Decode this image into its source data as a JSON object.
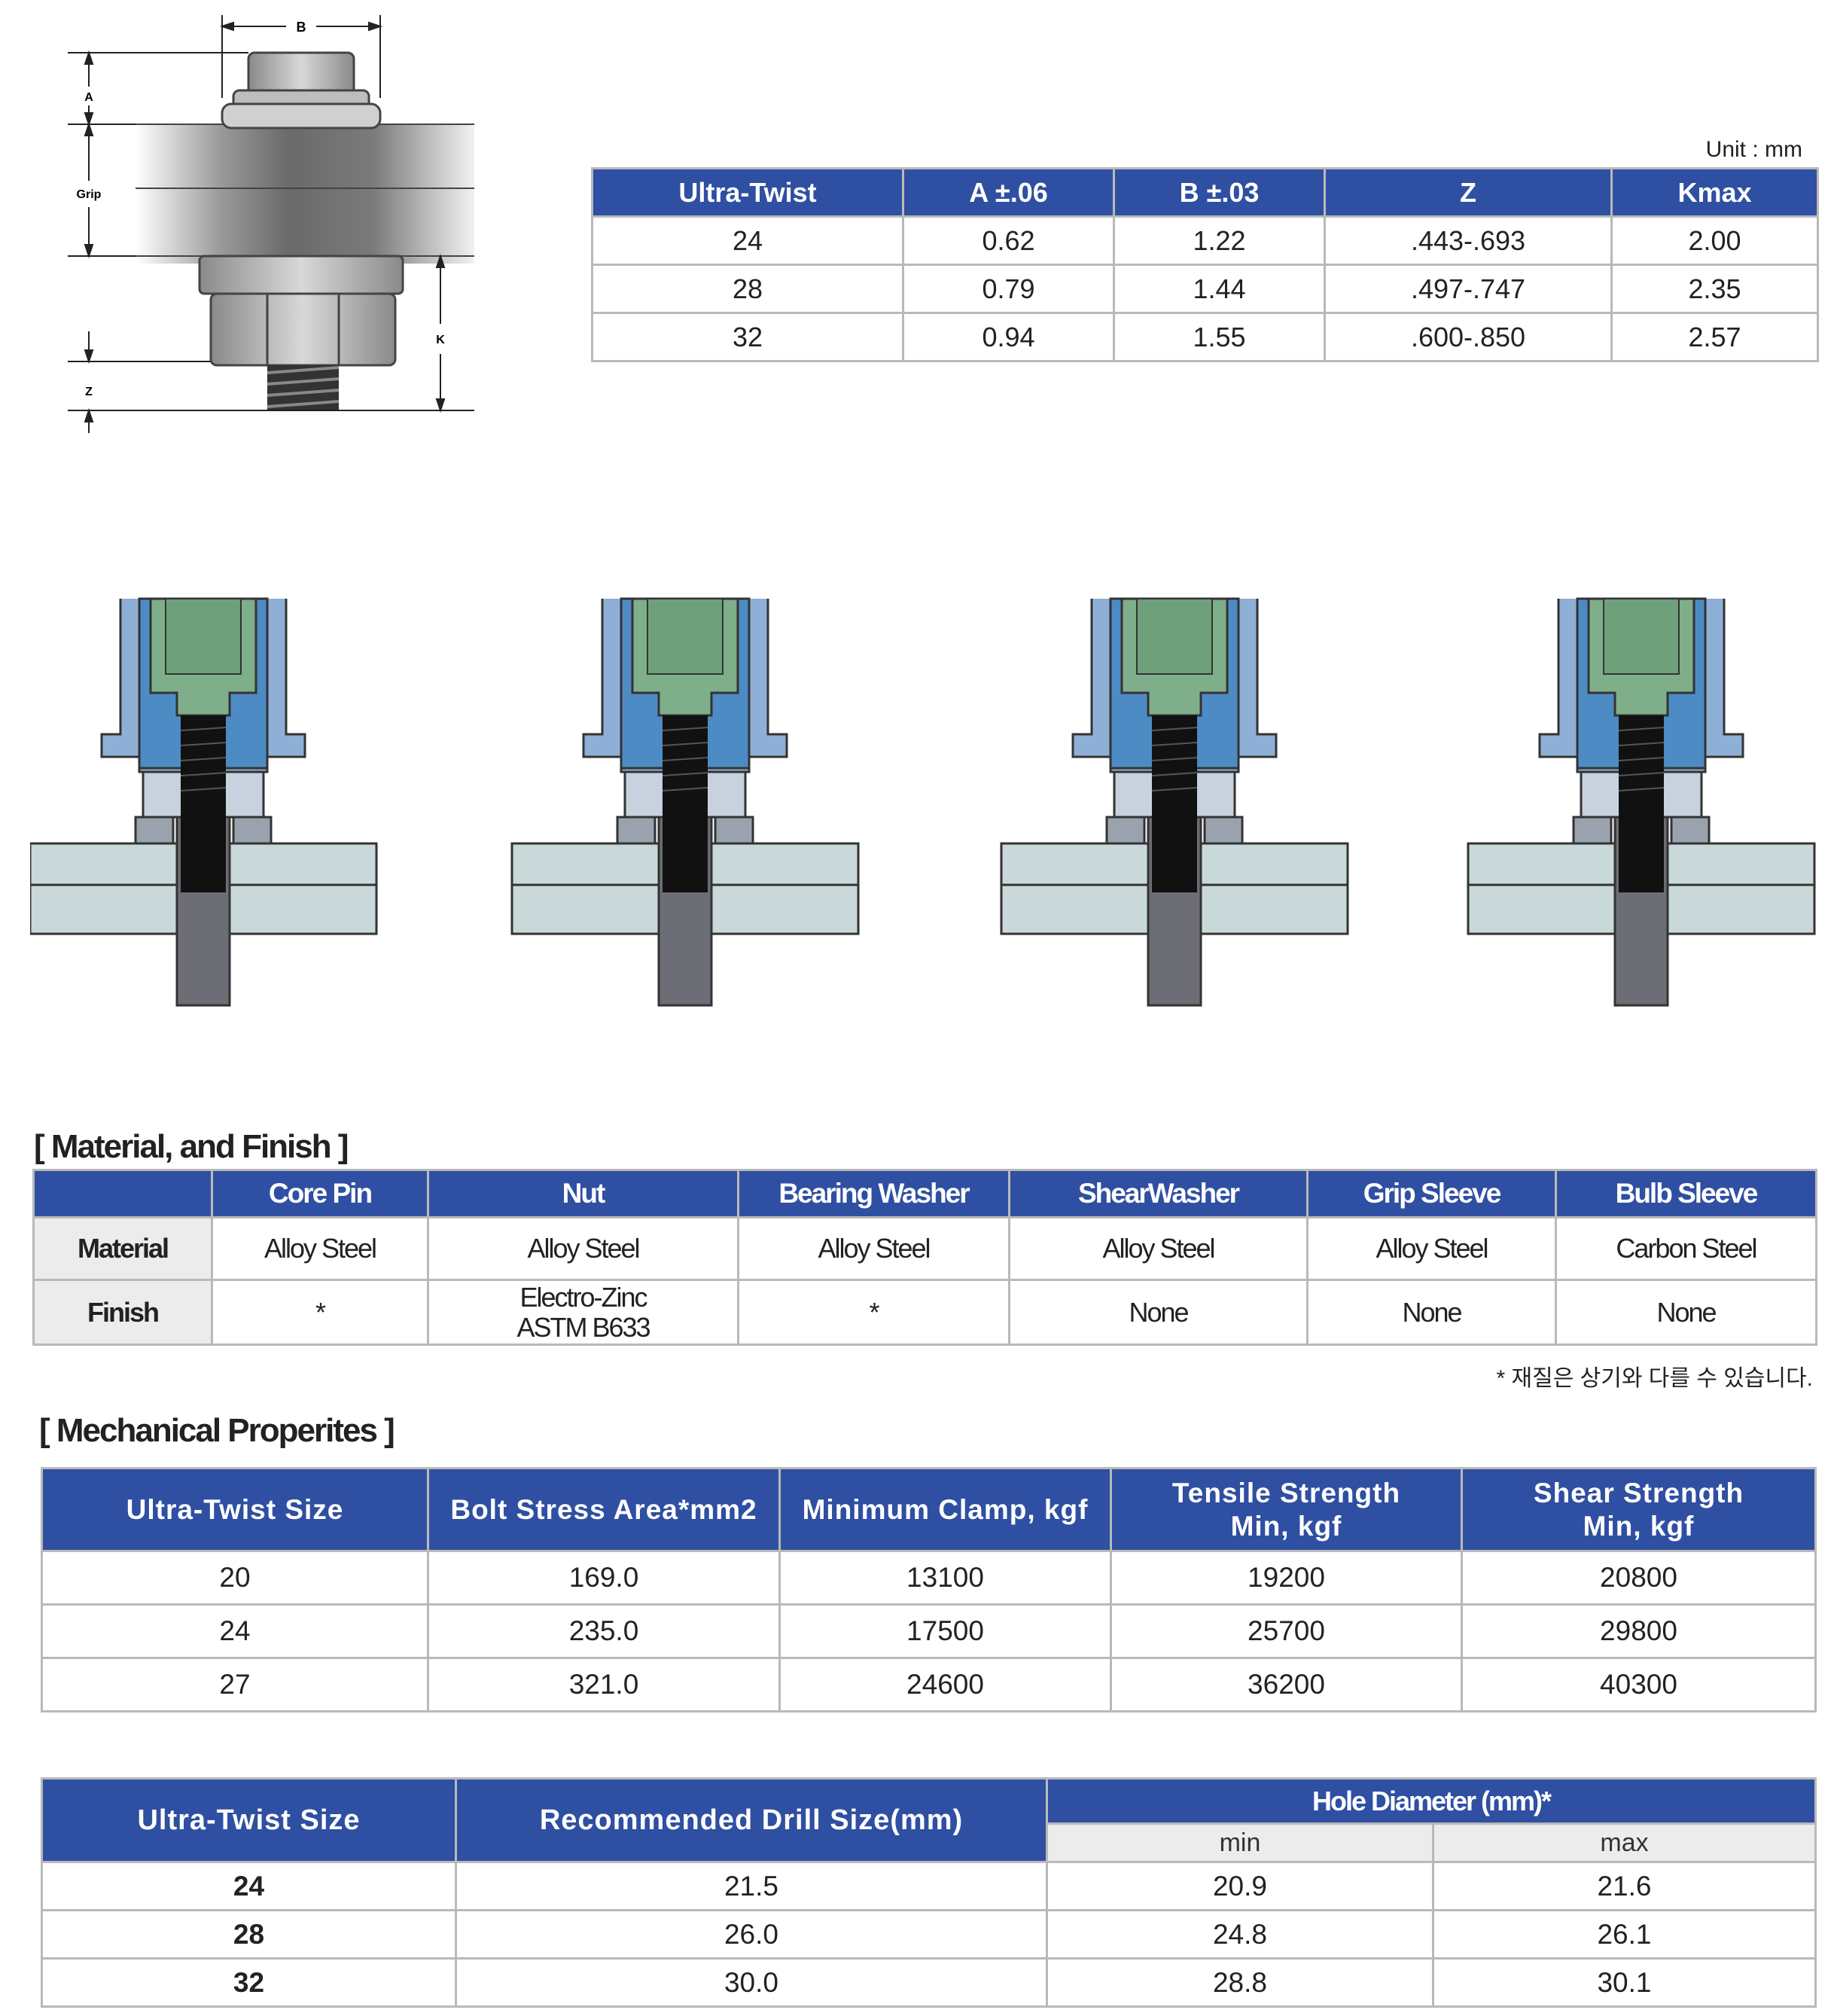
{
  "diagram": {
    "labels": {
      "a": "A",
      "b": "B",
      "grip": "Grip",
      "k": "K",
      "z": "Z"
    }
  },
  "unit_note": "Unit : mm",
  "dim_table": {
    "headers": [
      "Ultra-Twist",
      "A ±.06",
      "B ±.03",
      "Z",
      "Kmax"
    ],
    "rows": [
      [
        "24",
        "0.62",
        "1.22",
        ".443-.693",
        "2.00"
      ],
      [
        "28",
        "0.79",
        "1.44",
        ".497-.747",
        "2.35"
      ],
      [
        "32",
        "0.94",
        "1.55",
        ".600-.850",
        "2.57"
      ]
    ]
  },
  "material_section": {
    "title": "[ Material, and Finish ]",
    "headers": [
      "",
      "Core Pin",
      "Nut",
      "Bearing Washer",
      "ShearWasher",
      "Grip Sleeve",
      "Bulb Sleeve"
    ],
    "material_row": {
      "label": "Material",
      "values": [
        "Alloy Steel",
        "Alloy Steel",
        "Alloy Steel",
        "Alloy Steel",
        "Alloy Steel",
        "Carbon Steel"
      ]
    },
    "finish_row": {
      "label": "Finish",
      "values": [
        "*",
        "Electro-Zinc",
        "*",
        "None",
        "None",
        "None"
      ],
      "nut_line2": "ASTM B633"
    },
    "footnote": "* 재질은 상기와 다를 수 있습니다."
  },
  "mechanical_section": {
    "title": "[ Mechanical Properites ]",
    "headers": [
      "Ultra-Twist Size",
      "Bolt Stress Area*mm2",
      "Minimum Clamp, kgf",
      "Tensile Strength",
      "Shear Strength"
    ],
    "header_line2": [
      "",
      "",
      "",
      "Min, kgf",
      "Min, kgf"
    ],
    "rows": [
      [
        "20",
        "169.0",
        "13100",
        "19200",
        "20800"
      ],
      [
        "24",
        "235.0",
        "17500",
        "25700",
        "29800"
      ],
      [
        "27",
        "321.0",
        "24600",
        "36200",
        "40300"
      ]
    ]
  },
  "drill_table": {
    "headers": [
      "Ultra-Twist Size",
      "Recommended Drill Size(mm)",
      "Hole Diameter (mm)*"
    ],
    "subheaders": [
      "min",
      "max"
    ],
    "rows": [
      [
        "24",
        "21.5",
        "20.9",
        "21.6"
      ],
      [
        "28",
        "26.0",
        "24.8",
        "26.1"
      ],
      [
        "32",
        "30.0",
        "28.8",
        "30.1"
      ]
    ]
  },
  "colors": {
    "header_blue": "#2f4fa2",
    "label_gray": "#ececec",
    "border_gray": "#b9b9b9"
  }
}
